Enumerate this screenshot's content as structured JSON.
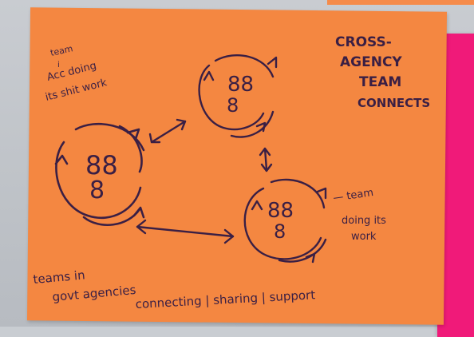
{
  "note": {
    "title_lines": [
      "CROSS-",
      "AGENCY",
      "TEAM",
      "CONNECTS"
    ],
    "top_left_note_lines": [
      "team",
      "i",
      "Acc doing",
      "its shit work"
    ],
    "right_note_lines": [
      "— team",
      "doing its",
      "work"
    ],
    "bottom_lines": [
      "teams in",
      "govt agencies",
      "connecting | sharing | support"
    ]
  },
  "colors": {
    "sticky_orange": "#f48741",
    "sticky_pink": "#f01a79",
    "ink": "#3a1f44",
    "wall": "#c9cdd2"
  }
}
